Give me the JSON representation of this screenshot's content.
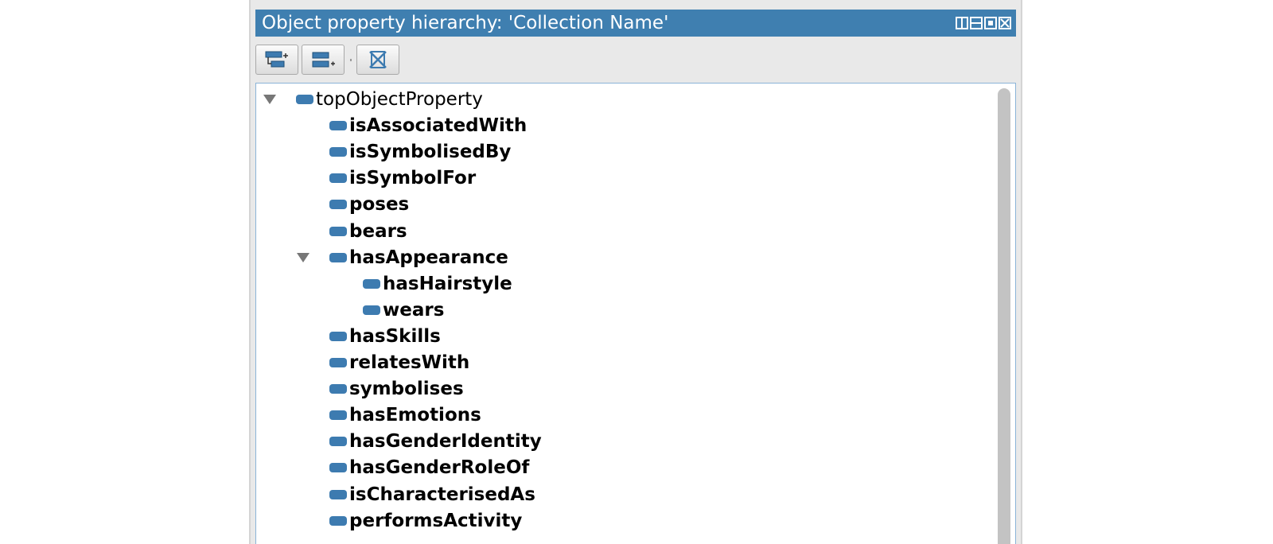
{
  "panel": {
    "title": "Object property hierarchy: 'Collection Name'",
    "window_controls": [
      "split-vertical-icon",
      "split-horizontal-icon",
      "maximize-icon",
      "close-icon"
    ]
  },
  "toolbar": {
    "buttons": [
      {
        "name": "add-sub-property-button",
        "icon": "add-sub-property-icon"
      },
      {
        "name": "add-sibling-property-button",
        "icon": "add-sibling-property-icon"
      },
      {
        "name": "delete-property-button",
        "icon": "delete-property-icon"
      }
    ]
  },
  "tree": {
    "root": "topObjectProperty",
    "items": [
      "isAssociatedWith",
      "isSymbolisedBy",
      "isSymbolFor",
      "poses",
      "bears",
      "hasAppearance",
      "hasHairstyle",
      "wears",
      "hasSkills",
      "relatesWith",
      "symbolises",
      "hasEmotions",
      "hasGenderIdentity",
      "hasGenderRoleOf",
      "isCharacterisedAs",
      "performsActivity"
    ]
  },
  "colors": {
    "title_bar": "#3f7fb0",
    "property_icon": "#3d7bb0",
    "panel_background": "#e9e9e9"
  }
}
